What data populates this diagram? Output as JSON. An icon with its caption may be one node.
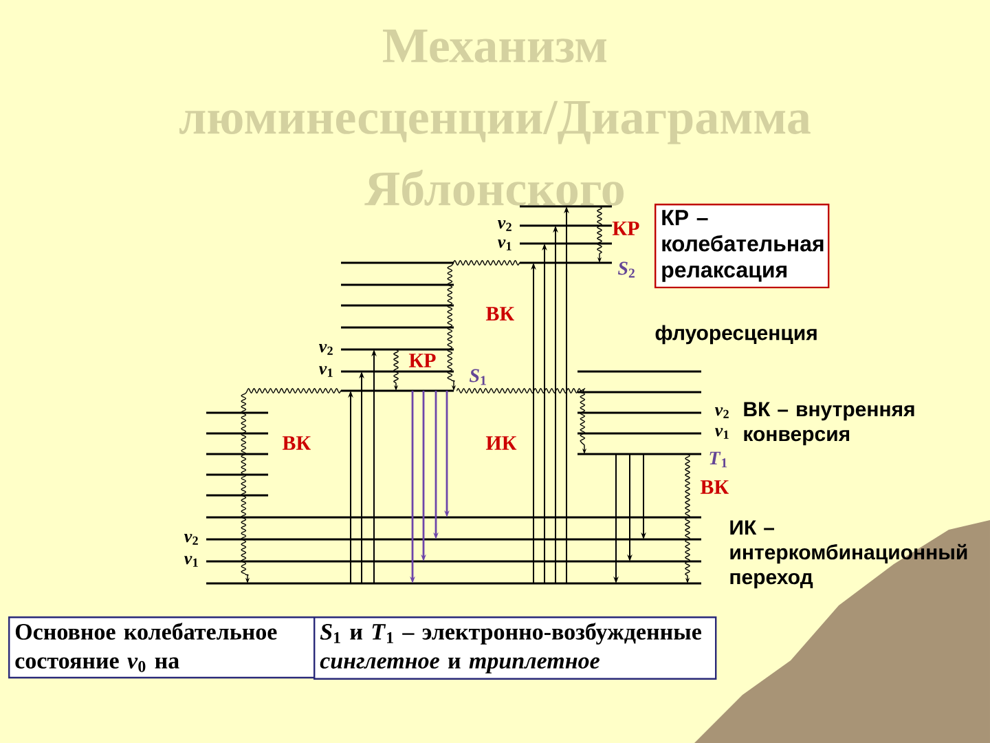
{
  "diagram": {
    "title": "Механизм люминесценции/Диаграмма Яблонского",
    "nodes": [
      {
        "text": [
          "КР – колебательная релаксация"
        ]
      },
      {
        "text": [
          "Основное колебательное состояние *ν*$_{0}$ на"
        ]
      },
      {
        "text": [
          "*S*$_{1}$ и *T*$_{1}$ – электронно-возбужденные *синглетное* и *триплетное*"
        ]
      }
    ],
    "labels": [
      "*ν*$_{2}$",
      "*ν*$_{1}$",
      "КР",
      "*S*$_{2}$",
      "ВК",
      "*ν*$_{2}$",
      "*ν*$_{1}$",
      "КР",
      "*S*$_{1}$",
      "ВК",
      "ИК",
      "*ν*$_{2}$",
      "*ν*$_{1}$",
      "*T*$_{1}$",
      "ВК",
      "*ν*$_{2}$",
      "*ν*$_{1}$",
      "флуоресценция",
      "ВК – внутренняя конверсия",
      "ИК – интеркомбинационный переход"
    ]
  }
}
